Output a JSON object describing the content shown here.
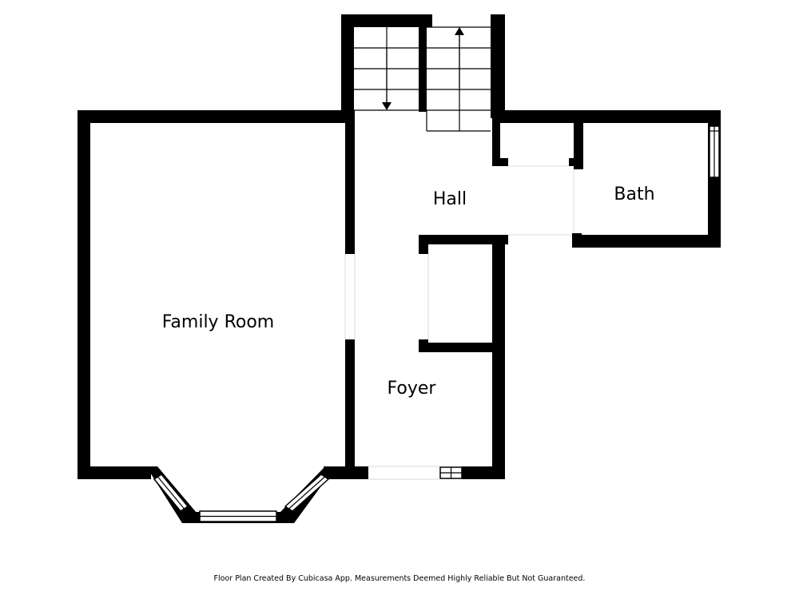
{
  "rooms": {
    "family_room": "Family Room",
    "hall": "Hall",
    "bath": "Bath",
    "foyer": "Foyer"
  },
  "footer": {
    "note": "Floor Plan Created By Cubicasa App. Measurements Deemed Highly Reliable But Not Guaranteed."
  }
}
